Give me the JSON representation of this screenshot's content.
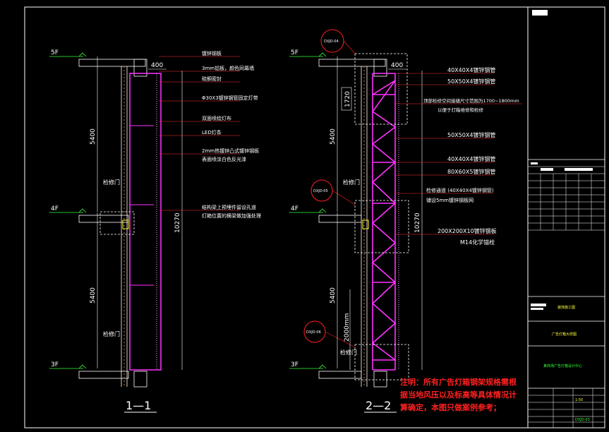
{
  "drawing": {
    "section_left": {
      "title": "1—1",
      "levels": [
        "5F",
        "4F",
        "3F"
      ],
      "dims": {
        "top": "400",
        "upper": "5400",
        "lower": "5400",
        "total": "10270"
      },
      "door_labels": [
        "检修门",
        "检修门"
      ],
      "annotations": [
        "镀锌钢板",
        "3mm铝板，颜色同幕墙",
        "硅酮密封",
        "Φ30X3镀锌钢管固定灯带",
        "双面喷绘灯布",
        "LED灯条",
        "2mm热镀锌凸式镀锌钢板",
        "表面喷涂白色反光漆",
        "结构梁上预埋件留设孔道",
        "灯箱位置的横梁做加强处理"
      ]
    },
    "section_right": {
      "title": "2—2",
      "levels": [
        "5F",
        "4F",
        "3F"
      ],
      "refs": [
        "DXJD-04",
        "DXJD-05",
        "DXJD-06"
      ],
      "dims": {
        "top": "400",
        "seg": "1720",
        "upper": "5400",
        "lower": "5400",
        "total": "10270",
        "door": "2000mm"
      },
      "door_labels": [
        "检修门",
        "检修门"
      ],
      "annotations": [
        "40X40X4镀锌钢管",
        "50X50X4镀锌钢管",
        "顶部检修空间接缝尺寸范围为1700~1800mm",
        "以便于灯箱维修和检修",
        "50X50X4镀锌钢管",
        "40X40X4镀锌钢管",
        "80X60X5镀锌钢管",
        "检修通道 (40X40X4镀锌钢管)",
        "铺设5mm镀锌钢板网",
        "200X200X10镀锌钢板",
        "M14化学锚栓"
      ]
    },
    "note": [
      "注明：所有广告灯箱钢架规格需根",
      "据当地风压以及标高等具体情况计",
      "算确定，本图只做案例参考；"
    ]
  },
  "title_block": {
    "lines_yellow": [
      "装饰施工图",
      "广告灯箱大样图"
    ],
    "line_green": "某商场广告灯箱设计中心",
    "sheet": [
      "1:50",
      "DXJD-03"
    ]
  },
  "colors": {
    "background": "#000000",
    "structure": "#ffffff",
    "frame": "#ff33ff",
    "steel": "#cc22cc",
    "leaders": "#ff3333",
    "note": "#ff2020",
    "level_marks": "#33ff33",
    "dim_lines": "#ffffff"
  }
}
